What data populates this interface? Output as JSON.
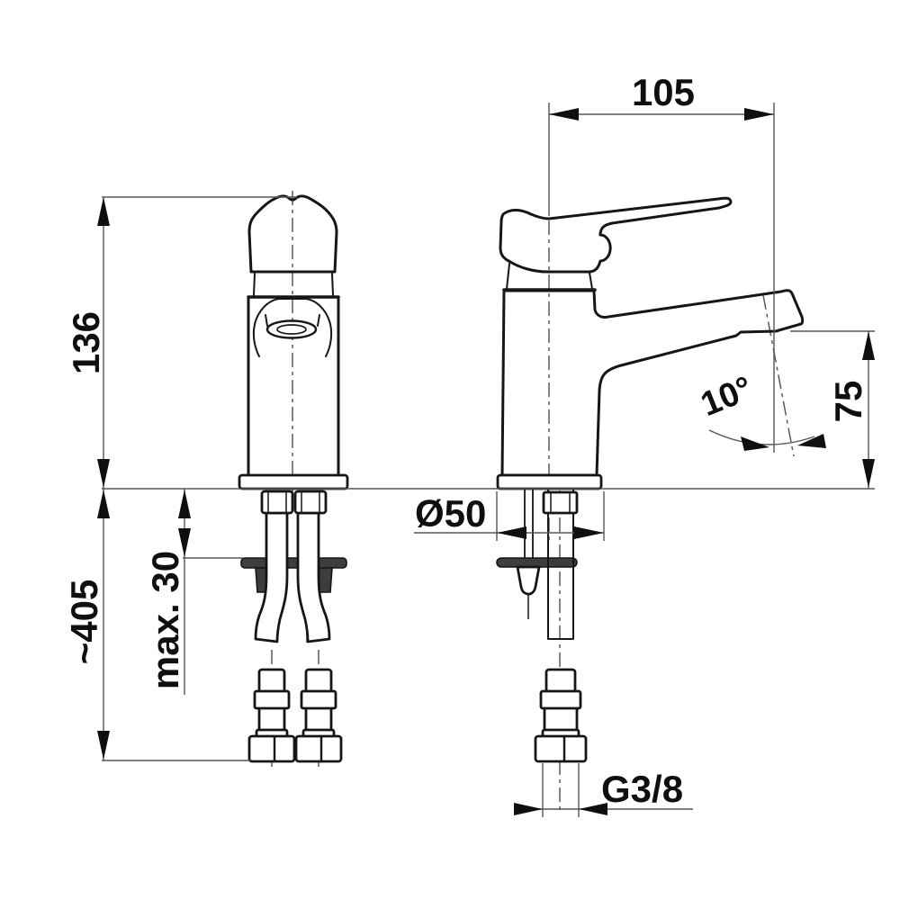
{
  "drawing": {
    "colors": {
      "background": "#ffffff",
      "outline": "#161616",
      "dimension_line": "#565656",
      "arrow_and_text": "#0f0f0f",
      "dark_fill": "#3d3d3d"
    },
    "dimensions": {
      "total_height": "136",
      "spout_reach": "105",
      "hose_length": "~405",
      "mounting_thickness": "max. 30",
      "base_diameter": "Ø50",
      "spout_height": "75",
      "spout_angle": "10°",
      "thread": "G3/8"
    }
  }
}
